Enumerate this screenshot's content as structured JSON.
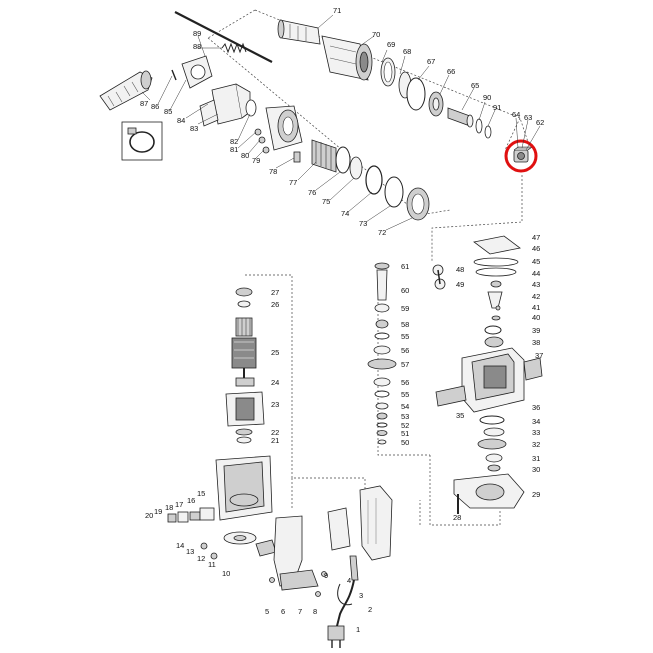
{
  "diagram": {
    "highlight_color": "#e01010",
    "highlighted_part": "63",
    "callouts": [
      {
        "label": "71"
      },
      {
        "label": "89"
      },
      {
        "label": "70"
      },
      {
        "label": "88"
      },
      {
        "label": "69"
      },
      {
        "label": "68"
      },
      {
        "label": "67"
      },
      {
        "label": "66"
      },
      {
        "label": "65"
      },
      {
        "label": "90"
      },
      {
        "label": "91"
      },
      {
        "label": "64"
      },
      {
        "label": "63"
      },
      {
        "label": "62"
      },
      {
        "label": "87"
      },
      {
        "label": "86"
      },
      {
        "label": "85"
      },
      {
        "label": "84"
      },
      {
        "label": "83"
      },
      {
        "label": "82"
      },
      {
        "label": "81"
      },
      {
        "label": "80"
      },
      {
        "label": "79"
      },
      {
        "label": "78"
      },
      {
        "label": "77"
      },
      {
        "label": "76"
      },
      {
        "label": "75"
      },
      {
        "label": "74"
      },
      {
        "label": "73"
      },
      {
        "label": "72"
      },
      {
        "label": "47"
      },
      {
        "label": "46"
      },
      {
        "label": "45"
      },
      {
        "label": "44"
      },
      {
        "label": "43"
      },
      {
        "label": "42"
      },
      {
        "label": "41"
      },
      {
        "label": "40"
      },
      {
        "label": "39"
      },
      {
        "label": "38"
      },
      {
        "label": "37"
      },
      {
        "label": "36"
      },
      {
        "label": "35"
      },
      {
        "label": "34"
      },
      {
        "label": "33"
      },
      {
        "label": "32"
      },
      {
        "label": "31"
      },
      {
        "label": "30"
      },
      {
        "label": "29"
      },
      {
        "label": "28"
      },
      {
        "label": "48"
      },
      {
        "label": "49"
      },
      {
        "label": "61"
      },
      {
        "label": "60"
      },
      {
        "label": "59"
      },
      {
        "label": "58"
      },
      {
        "label": "55"
      },
      {
        "label": "56"
      },
      {
        "label": "57"
      },
      {
        "label": "56"
      },
      {
        "label": "55"
      },
      {
        "label": "54"
      },
      {
        "label": "53"
      },
      {
        "label": "52"
      },
      {
        "label": "51"
      },
      {
        "label": "50"
      },
      {
        "label": "27"
      },
      {
        "label": "26"
      },
      {
        "label": "25"
      },
      {
        "label": "24"
      },
      {
        "label": "23"
      },
      {
        "label": "22"
      },
      {
        "label": "21"
      },
      {
        "label": "15"
      },
      {
        "label": "16"
      },
      {
        "label": "17"
      },
      {
        "label": "18"
      },
      {
        "label": "19"
      },
      {
        "label": "20"
      },
      {
        "label": "14"
      },
      {
        "label": "13"
      },
      {
        "label": "12"
      },
      {
        "label": "11"
      },
      {
        "label": "10"
      },
      {
        "label": "9"
      },
      {
        "label": "8"
      },
      {
        "label": "7"
      },
      {
        "label": "6"
      },
      {
        "label": "5"
      },
      {
        "label": "4"
      },
      {
        "label": "3"
      },
      {
        "label": "2"
      },
      {
        "label": "1"
      }
    ]
  }
}
